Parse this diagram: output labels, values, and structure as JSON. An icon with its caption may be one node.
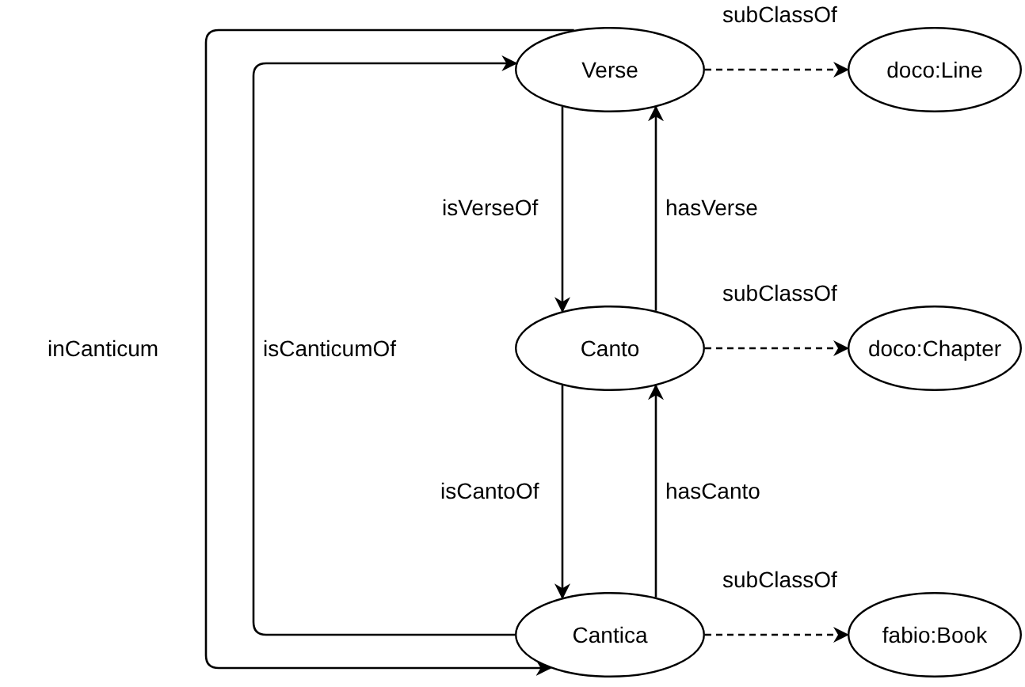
{
  "diagram": {
    "nodes": [
      {
        "text": [
          "Verse"
        ]
      },
      {
        "text": [
          "Canto"
        ]
      },
      {
        "text": [
          "Cantica"
        ]
      },
      {
        "text": [
          "doco:Line"
        ]
      },
      {
        "text": [
          "doco:Chapter"
        ]
      },
      {
        "text": [
          "fabio:Book"
        ]
      }
    ],
    "edges": [
      {
        "from": 0,
        "to": 1,
        "arrow": "to",
        "label": "isVerseOf"
      },
      {
        "from": 1,
        "to": 0,
        "arrow": "to",
        "label": "hasVerse"
      },
      {
        "from": 1,
        "to": 2,
        "arrow": "to",
        "label": "isCantoOf"
      },
      {
        "from": 2,
        "to": 1,
        "arrow": "to",
        "label": "hasCanto"
      },
      {
        "from": 2,
        "to": 0,
        "arrow": "to",
        "label": "isCanticumOf"
      },
      {
        "from": 0,
        "to": 2,
        "arrow": "to",
        "label": "inCanticum"
      },
      {
        "from": 0,
        "to": 3,
        "arrow": "to",
        "label": "subClassOf",
        "style": "dashed"
      },
      {
        "from": 1,
        "to": 4,
        "arrow": "to",
        "label": "subClassOf",
        "style": "dashed"
      },
      {
        "from": 2,
        "to": 5,
        "arrow": "to",
        "label": "subClassOf",
        "style": "dashed"
      }
    ]
  }
}
